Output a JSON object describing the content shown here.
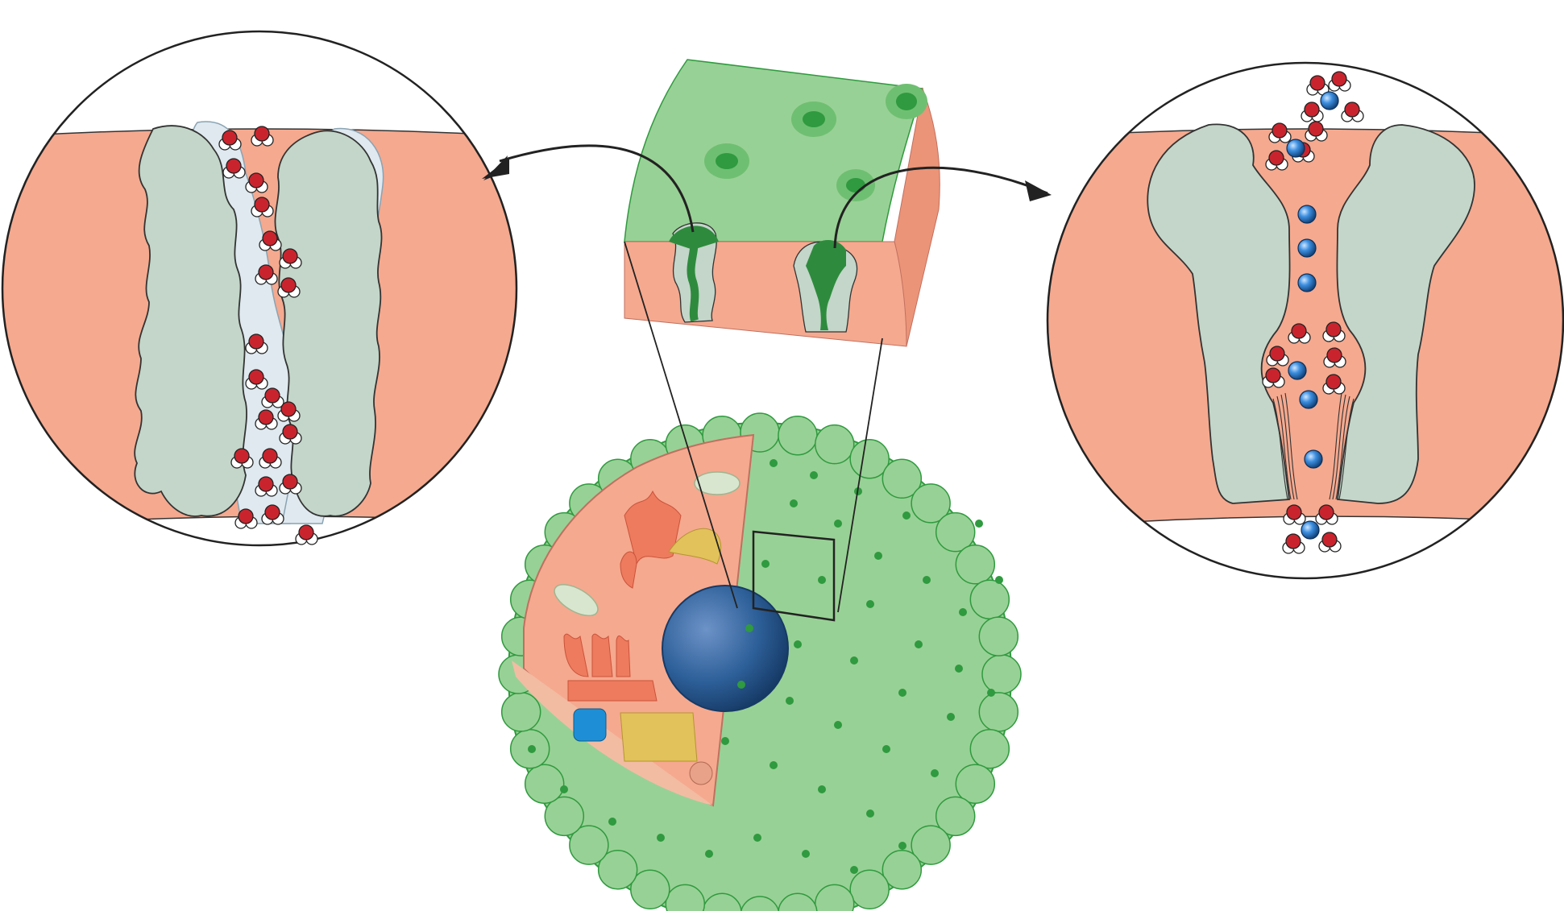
{
  "figure": {
    "description_labels": [],
    "panels": [
      {
        "id": "water-channel-zoom",
        "molecule": "water"
      },
      {
        "id": "ion-channel-zoom",
        "molecule": "ion-with-water"
      },
      {
        "id": "membrane-section",
        "molecule": "none"
      },
      {
        "id": "cell-cutaway",
        "molecule": "none"
      }
    ]
  },
  "colors": {
    "membrane": "#f5a98f",
    "membrane_dark": "#ec9478",
    "protein": "#c3d6c9",
    "protein_dark": "#2e8b3d",
    "cell_green": "#98d195",
    "cell_dark": "#2f9a3f",
    "ion_blue": "#2f7fd0",
    "water_red": "#c9242e",
    "outline": "#222222"
  }
}
